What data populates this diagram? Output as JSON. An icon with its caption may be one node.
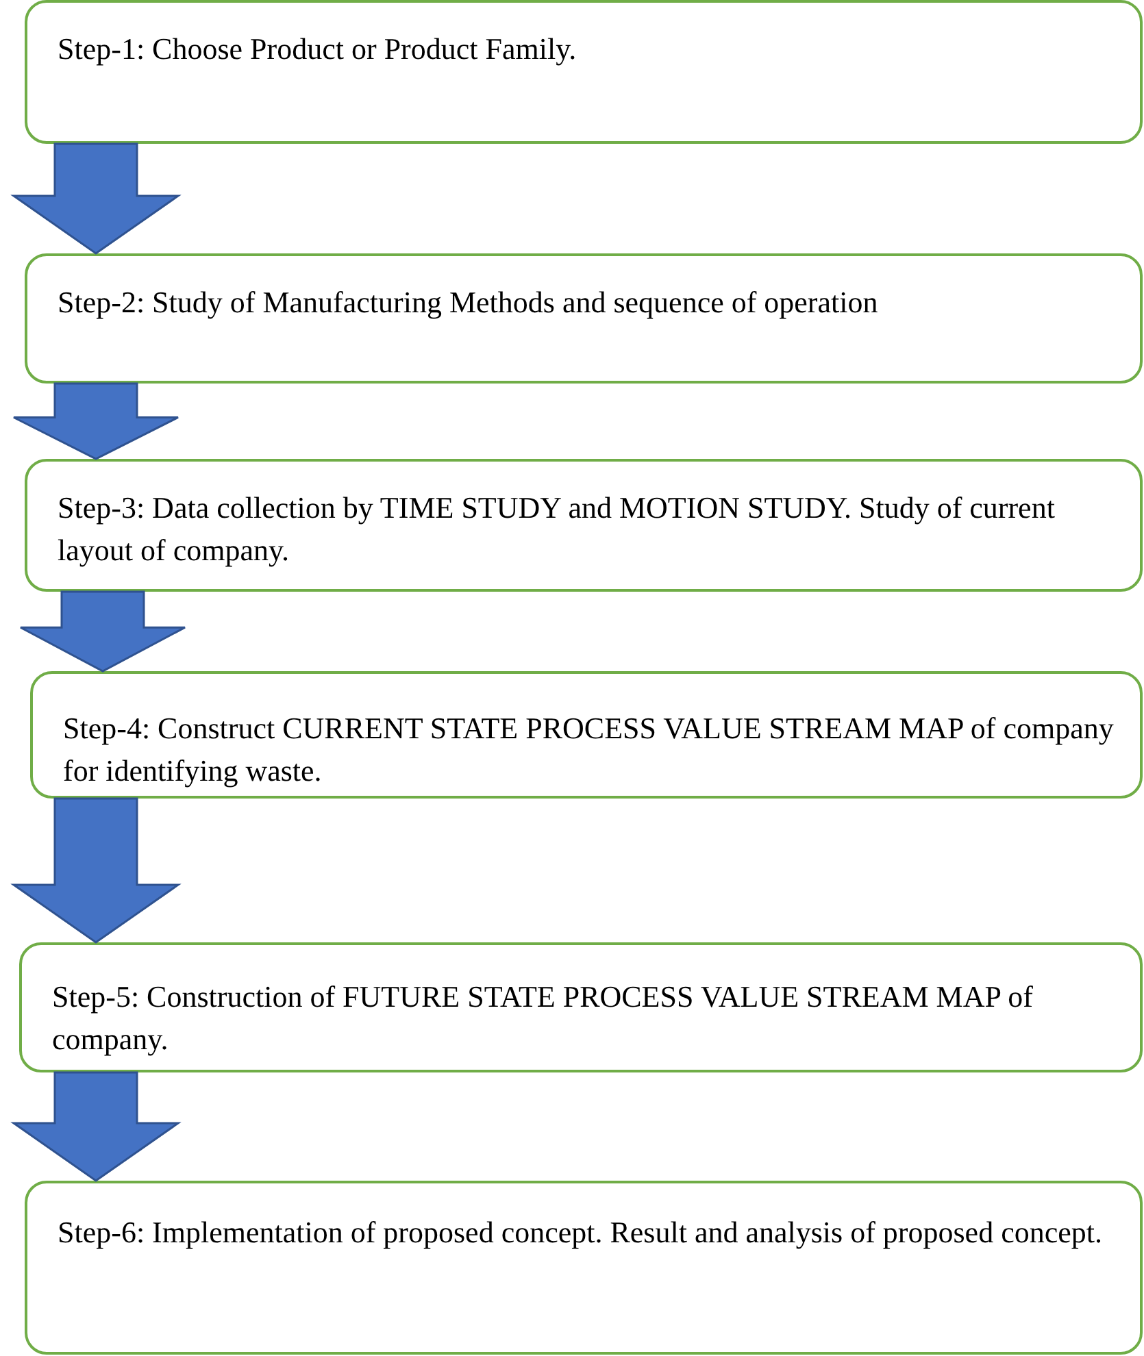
{
  "diagram": {
    "nodes": [
      {
        "text": [
          "Step-1: Choose Product or Product Family."
        ]
      },
      {
        "text": [
          "Step-2: Study of Manufacturing Methods and sequence of operation"
        ]
      },
      {
        "text": [
          "Step-3: Data collection by TIME STUDY and MOTION STUDY. Study of current layout of company."
        ]
      },
      {
        "text": [
          "Step-4: Construct CURRENT STATE PROCESS VALUE STREAM MAP of company for identifying waste."
        ]
      },
      {
        "text": [
          "Step-5: Construction of FUTURE STATE PROCESS VALUE STREAM MAP of company."
        ]
      },
      {
        "text": [
          "Step-6: Implementation of proposed concept. Result and analysis of proposed concept."
        ]
      }
    ],
    "edges": [
      {
        "from": 0,
        "to": 1,
        "arrow": "to"
      },
      {
        "from": 1,
        "to": 2,
        "arrow": "to"
      },
      {
        "from": 2,
        "to": 3,
        "arrow": "to"
      },
      {
        "from": 3,
        "to": 4,
        "arrow": "to"
      },
      {
        "from": 4,
        "to": 5,
        "arrow": "to"
      }
    ]
  }
}
